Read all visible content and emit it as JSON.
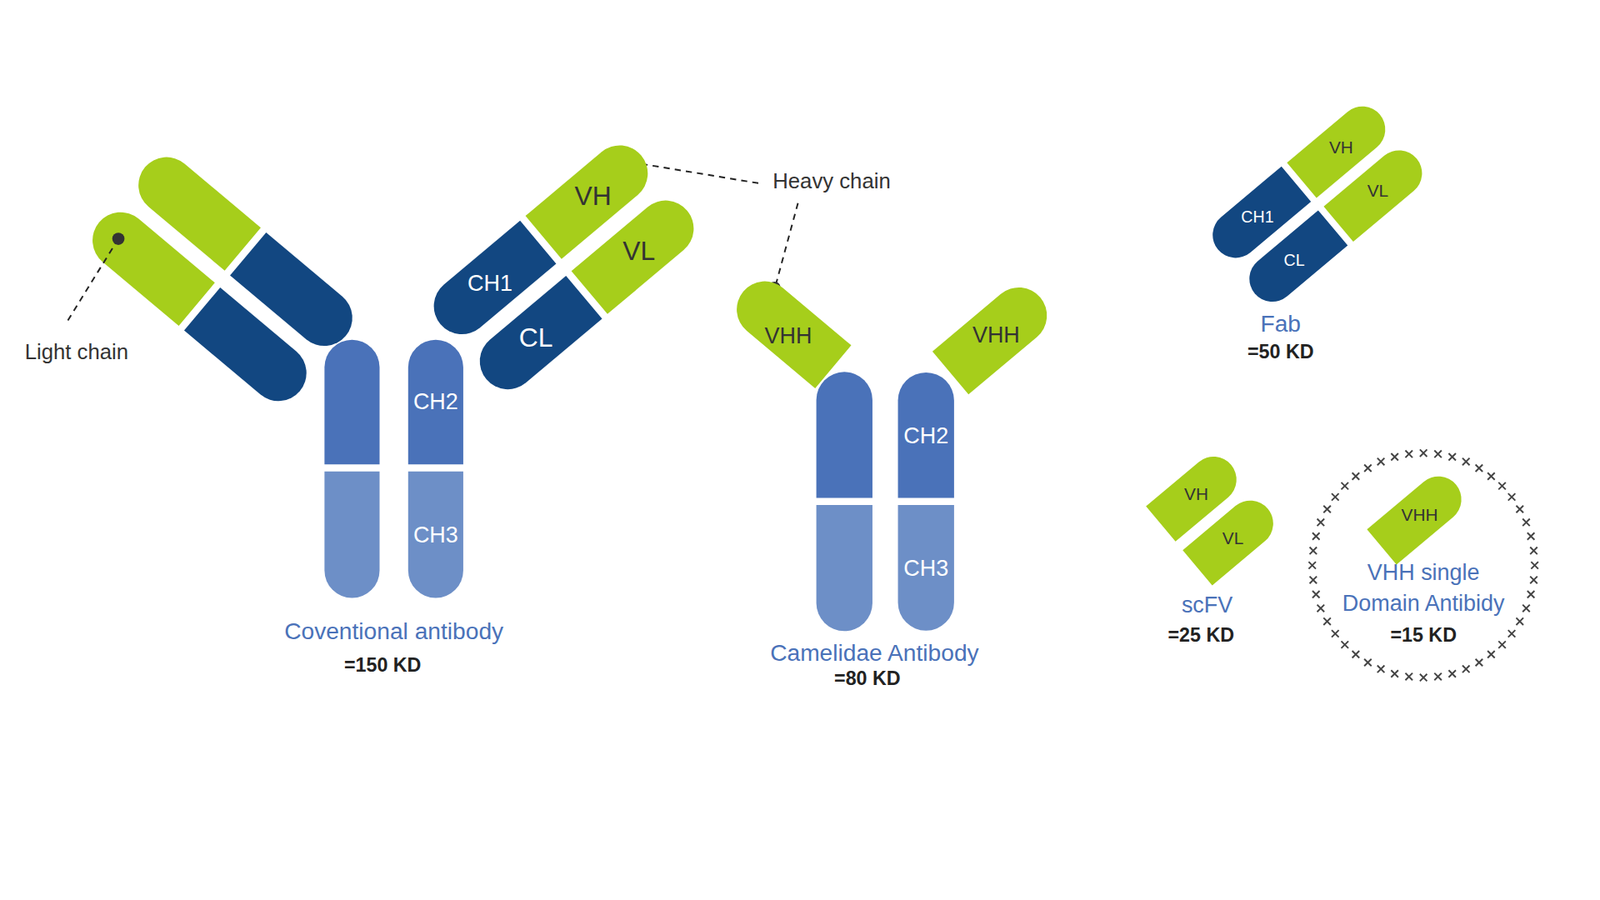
{
  "diagram": {
    "nodes": [
      {
        "text": [
          "VH"
        ]
      },
      {
        "text": [
          "CH1"
        ]
      },
      {
        "text": [
          "VL"
        ]
      },
      {
        "text": [
          "CL"
        ]
      },
      {
        "text": [
          "CH2"
        ]
      },
      {
        "text": [
          "CH3"
        ]
      },
      {
        "text": [
          "VHH"
        ]
      },
      {
        "text": [
          "VHH"
        ]
      },
      {
        "text": [
          "CH2"
        ]
      },
      {
        "text": [
          "CH3"
        ]
      },
      {
        "text": [
          "VH"
        ]
      },
      {
        "text": [
          "CH1"
        ]
      },
      {
        "text": [
          "VL"
        ]
      },
      {
        "text": [
          "CL"
        ]
      },
      {
        "text": [
          "VH"
        ]
      },
      {
        "text": [
          "VL"
        ]
      },
      {
        "text": [
          "VHH single Domain Antibidy",
          "=15 KD"
        ]
      },
      {
        "text": [
          "VHH"
        ],
        "in": 16
      }
    ],
    "labels": [
      "Light chain",
      "Heavy chain",
      "Coventional antibody",
      "=150 KD",
      "Camelidae Antibody",
      "=80 KD",
      "Fab",
      "=50 KD",
      "scFV",
      "=25 KD"
    ]
  }
}
